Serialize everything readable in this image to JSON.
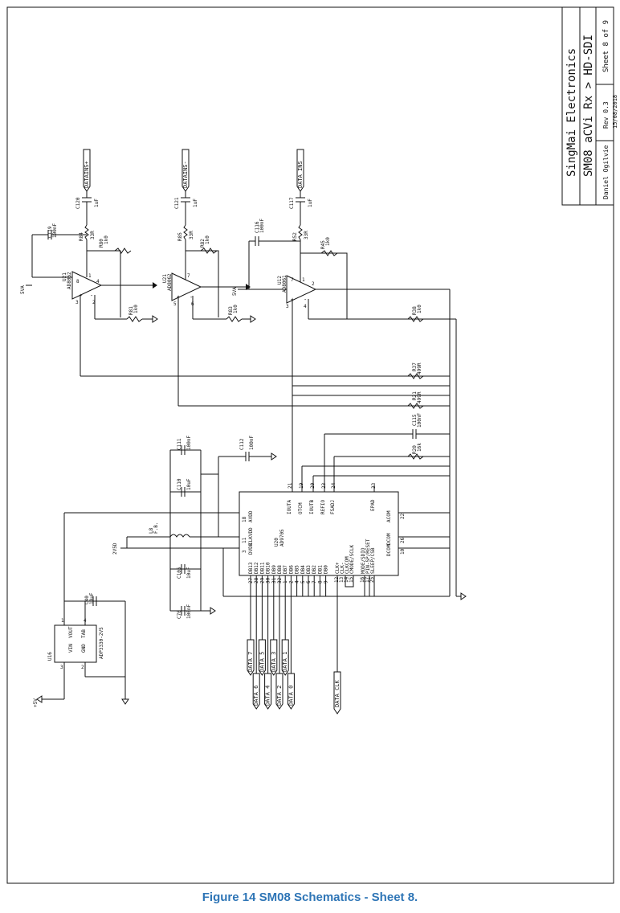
{
  "title_block": {
    "company": "SingMai Electronics",
    "title": "SM08 aCVi Rx > HD-SDI",
    "sheet": "Sheet 8 of 9",
    "rev": "Rev 0.3",
    "author": "Daniel Ogilvie",
    "date": "15/08/2018"
  },
  "caption": "Figure 14 SM08 Schematics - Sheet 8.",
  "nets": {
    "datains_p": "DATAINS+",
    "datains_m": "DATAINS-",
    "data_ins": "DATA_INS",
    "v5va": "5VA",
    "v2v5d": "2V5D",
    "p5v": "+5V",
    "data_clk": "DATA_CLK",
    "data_bits": [
      "DATA_7",
      "DATA_6",
      "DATA_5",
      "DATA_4",
      "DATA_3",
      "DATA_2",
      "DATA_1",
      "DATA_0"
    ]
  },
  "components": {
    "c119": {
      "ref": "C119",
      "val": "100nF"
    },
    "c120": {
      "ref": "C120",
      "val": "1uF"
    },
    "r84": {
      "ref": "R84",
      "val": "33R"
    },
    "r80": {
      "ref": "R80",
      "val": "1k0"
    },
    "r81": {
      "ref": "R81",
      "val": "1k0"
    },
    "u21a": {
      "ref": "U21",
      "part": "AD8062"
    },
    "c121": {
      "ref": "C121",
      "val": "1uF"
    },
    "r85": {
      "ref": "R85",
      "val": "33R"
    },
    "r82": {
      "ref": "R82",
      "val": "1k0"
    },
    "r83": {
      "ref": "R83",
      "val": "1k0"
    },
    "u21b": {
      "ref": "U21",
      "part": "AD8062"
    },
    "c117": {
      "ref": "C117",
      "val": "1uF"
    },
    "c116": {
      "ref": "C116",
      "val": "100nF"
    },
    "r52": {
      "ref": "R52",
      "val": "33R"
    },
    "r45": {
      "ref": "R45",
      "val": "1k0"
    },
    "r38": {
      "ref": "R38",
      "val": "1k0"
    },
    "u12": {
      "ref": "U12",
      "part": "AD8061"
    },
    "r37": {
      "ref": "R37",
      "val": "499R"
    },
    "r21": {
      "ref": "R21",
      "val": "499R"
    },
    "c115": {
      "ref": "C115",
      "val": "100nF"
    },
    "r20": {
      "ref": "R20",
      "val": "16k"
    },
    "c111": {
      "ref": "C111",
      "val": "100nF"
    },
    "c110": {
      "ref": "C110",
      "val": "10uF"
    },
    "c112": {
      "ref": "C112",
      "val": "100nF"
    },
    "l8": {
      "ref": "L8",
      "val": "F.B."
    },
    "c105": {
      "ref": "C105",
      "val": "10uF"
    },
    "c70": {
      "ref": "C70",
      "val": "100nF"
    },
    "c40": {
      "ref": "C40",
      "val": "10uF"
    },
    "u16": {
      "ref": "U16",
      "part": "ADP3330-2V5"
    },
    "u20": {
      "ref": "U20",
      "part": "AD9705"
    }
  },
  "pin_names": {
    "u21a": {
      "p8": "8",
      "p1": "1",
      "p4": "4",
      "p3": "3",
      "p2": "2",
      "plus": "+",
      "minus": "-"
    },
    "u21b": {
      "p7": "7",
      "p5": "5",
      "p6": "6",
      "plus": "+",
      "minus": "-"
    },
    "u12": {
      "p7": "7",
      "p1": "1",
      "p2": "2",
      "p3": "3",
      "p4": "4",
      "plus": "+",
      "minus": "-"
    },
    "u16": {
      "vin": "VIN",
      "vout": "VOUT",
      "tab": "TAB",
      "gnd": "GND",
      "p1": "1",
      "p2": "2",
      "p3": "3",
      "p4": "4"
    },
    "u20": {
      "iouta": "IOUTA",
      "otcm": "OTCM",
      "ioutb": "IOUTB",
      "refio": "REFIO",
      "fsadj": "FSADJ",
      "epad": "EPAD",
      "avdd": "AVDD",
      "clkvdd": "CLKVDD",
      "dvdd": "DVDD",
      "acom": "ACOM",
      "dcom1": "DCOM",
      "dcom2": "DCOM",
      "clkp": "CLK+",
      "clkm": "CLK-",
      "clkcom": "CLKCOM",
      "cmode": "CMODE/SCLK",
      "mode": "MODE/SDIO",
      "pin": "PIN-SP/RESET",
      "sleep": "SLEEP/CSB",
      "db": [
        "DB13",
        "DB12",
        "DB11",
        "DB10",
        "DB9",
        "DB8",
        "DB7",
        "DB6",
        "DB5",
        "DB4",
        "DB3",
        "DB2",
        "DB1",
        "DB0"
      ],
      "n21": "21",
      "n19": "19",
      "n20": "20",
      "n23": "23",
      "n24": "24",
      "n33": "33",
      "n18": "18",
      "n11": "11",
      "n3": "3",
      "n22": "22",
      "n26": "26",
      "n10": "10",
      "n12": "12",
      "n13": "13",
      "n14": "14",
      "n15": "15",
      "n16": "16",
      "n17": "17",
      "n25": "25",
      "db_nums": [
        "27",
        "28",
        "29",
        "30",
        "31",
        "32",
        "1",
        "2",
        "4",
        "5",
        "6",
        "7",
        "8",
        "9"
      ]
    }
  }
}
